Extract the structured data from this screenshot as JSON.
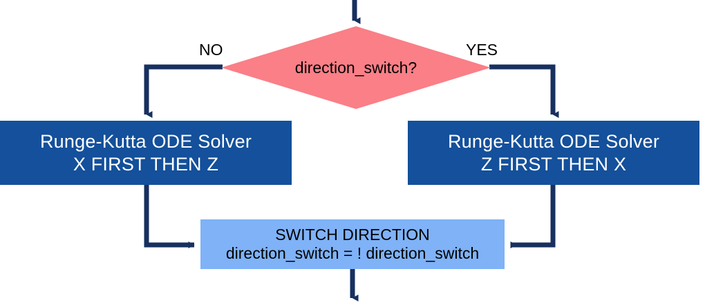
{
  "diagram": {
    "type": "flowchart",
    "title": "direction switch decision flow",
    "colors": {
      "decision_fill": "#fa7f87",
      "process_fill": "#14509b",
      "process_text": "#ffffff",
      "action_fill": "#7fb2f7",
      "action_text": "#000000",
      "connector": "#17305f",
      "background": "#ffffff"
    },
    "decision": {
      "label": "direction_switch?",
      "branch_no": "NO",
      "branch_yes": "YES"
    },
    "solver_left": {
      "line1": "Runge-Kutta ODE Solver",
      "line2": "X FIRST THEN Z"
    },
    "solver_right": {
      "line1": "Runge-Kutta ODE Solver",
      "line2": "Z FIRST THEN X"
    },
    "switch_direction": {
      "line1": "SWITCH DIRECTION",
      "line2": "direction_switch = ! direction_switch"
    },
    "connectors": [
      {
        "name": "entry-arrow",
        "from": "top-of-page",
        "to": "decision"
      },
      {
        "name": "no-branch",
        "from": "decision",
        "to": "solver_left",
        "label": "NO"
      },
      {
        "name": "yes-branch",
        "from": "decision",
        "to": "solver_right",
        "label": "YES"
      },
      {
        "name": "left-to-switch",
        "from": "solver_left",
        "to": "switch_direction"
      },
      {
        "name": "right-to-switch",
        "from": "solver_right",
        "to": "switch_direction"
      },
      {
        "name": "exit-arrow",
        "from": "switch_direction",
        "to": "bottom-of-page"
      }
    ]
  }
}
